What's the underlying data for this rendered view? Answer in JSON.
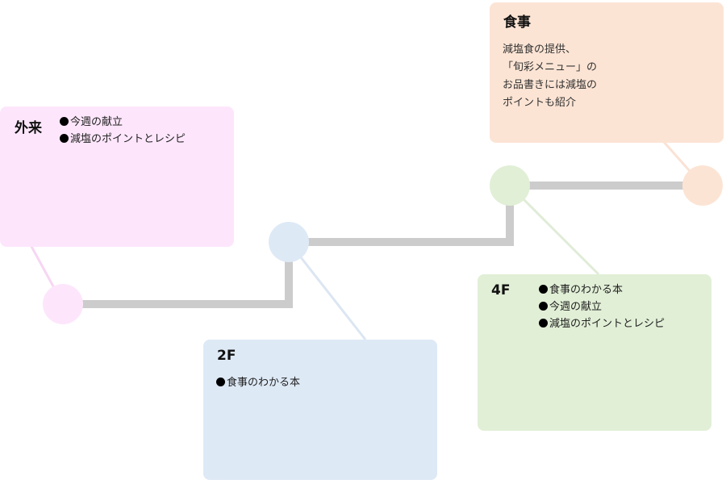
{
  "colors": {
    "path": "#cccccc",
    "gairai_card": "#fde6fb",
    "gairai_node": "#fde6fb",
    "floor2_card": "#dee9f6",
    "floor2_node": "#dee9f6",
    "floor4_card": "#e1efd6",
    "floor4_node": "#e1efd6",
    "shokuji_card": "#fce4d4",
    "shokuji_node": "#fce4d4"
  },
  "gairai": {
    "title": "外来",
    "items": [
      "今週の献立",
      "減塩のポイントとレシピ"
    ]
  },
  "floor2": {
    "title": "2F",
    "items": [
      "食事のわかる本"
    ]
  },
  "floor4": {
    "title": "4F",
    "items": [
      "食事のわかる本",
      "今週の献立",
      "減塩のポイントとレシピ"
    ]
  },
  "shokuji": {
    "title": "食事",
    "lines": [
      "減塩食の提供、",
      "「旬彩メニュー」の",
      "お品書きには減塩の",
      "ポイントも紹介"
    ]
  }
}
